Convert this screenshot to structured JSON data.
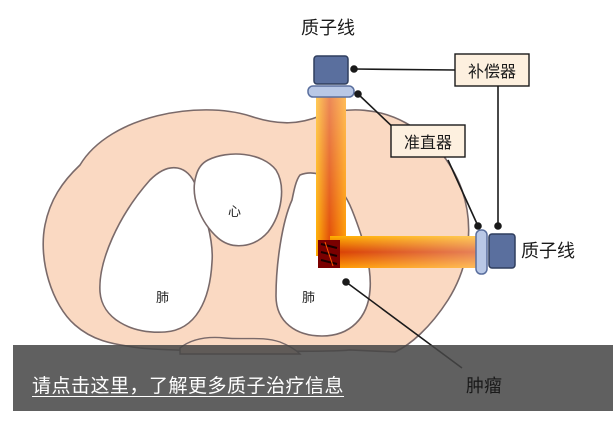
{
  "labels": {
    "beamline_top": "质子线",
    "beamline_right": "质子线",
    "compensator": "补偿器",
    "collimator": "准直器",
    "heart": "心",
    "lung_left": "肺",
    "lung_right": "肺",
    "tumor": "肿瘤"
  },
  "caption": {
    "link_text": "请点击这里，了解更多质子治疗信息"
  },
  "colors": {
    "body_fill": "#fad9c2",
    "body_stroke": "#7a6a6a",
    "beam_core": "#e64a00",
    "beam_edge": "#ff9900",
    "device_blue": "#5a6f9e",
    "collimator_blue": "#b9c8e6",
    "label_box_fill": "#fdf0df",
    "label_box_stroke": "#1a1a1a",
    "tumor_color": "#990000",
    "caption_bg": "#464646"
  }
}
